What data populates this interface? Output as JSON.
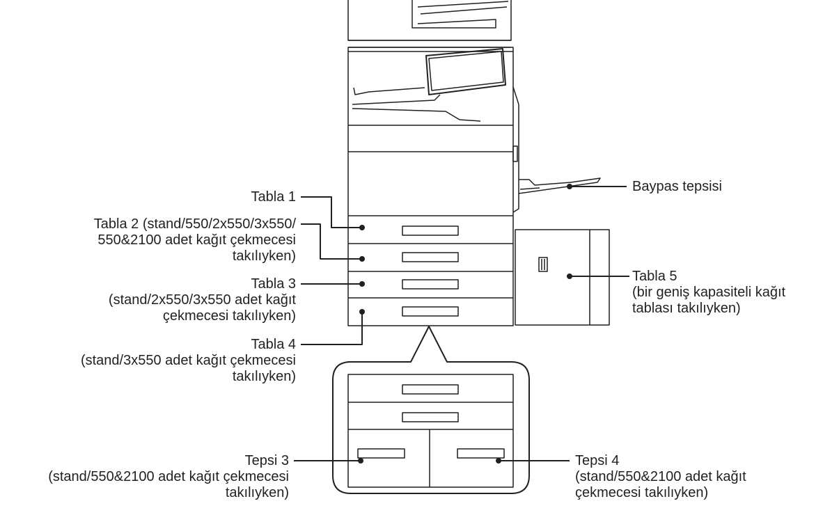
{
  "callouts": {
    "tray1": {
      "lines": [
        "Tabla 1"
      ]
    },
    "tray2": {
      "lines": [
        "Tabla 2 (stand/550/2x550/3x550/",
        "550&2100 adet kağıt çekmecesi",
        "takılıyken)"
      ]
    },
    "tray3": {
      "lines": [
        "Tabla 3",
        "(stand/2x550/3x550 adet kağıt",
        "çekmecesi takılıyken)"
      ]
    },
    "tray4": {
      "lines": [
        "Tabla 4",
        "(stand/3x550 adet kağıt çekmecesi",
        "takılıyken)"
      ]
    },
    "bypass": {
      "lines": [
        "Baypas tepsisi"
      ]
    },
    "tray5": {
      "lines": [
        "Tabla 5",
        "(bir geniş kapasiteli kağıt",
        "tablası takılıyken)"
      ]
    },
    "tepsi3": {
      "lines": [
        "Tepsi 3",
        "(stand/550&2100 adet kağıt çekmecesi",
        "takılıyken)"
      ]
    },
    "tepsi4": {
      "lines": [
        "Tepsi 4",
        "(stand/550&2100 adet kağıt",
        "çekmecesi takılıyken)"
      ]
    }
  },
  "colors": {
    "line": "#231f20",
    "background": "#ffffff"
  }
}
